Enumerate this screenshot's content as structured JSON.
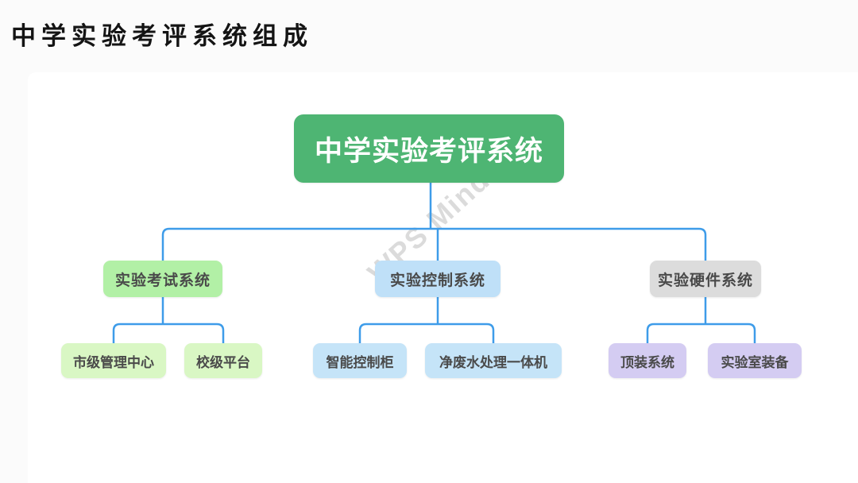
{
  "page_title": "中学实验考评系统组成",
  "watermark": "WPS Mind",
  "colors": {
    "root_fill": "#4eb573",
    "root_text": "#ffffff",
    "branch_exam_fill": "#b2f0a6",
    "branch_control_fill": "#bfe0f8",
    "branch_hardware_fill": "#dcdcdc",
    "leaf_green_fill": "#d9f7c4",
    "leaf_blue_fill": "#c5e4f8",
    "leaf_purple_fill": "#d4ccf2",
    "node_text": "#4a4a4a",
    "connector_line": "#3e9ce9",
    "background": "#ffffff"
  },
  "diagram": {
    "root": {
      "label": "中学实验考评系统",
      "color": "#4eb573"
    },
    "branches": [
      {
        "label": "实验考试系统",
        "color": "#b2f0a6",
        "children": [
          {
            "label": "市级管理中心",
            "color": "#d9f7c4"
          },
          {
            "label": "校级平台",
            "color": "#d9f7c4"
          }
        ]
      },
      {
        "label": "实验控制系统",
        "color": "#bfe0f8",
        "children": [
          {
            "label": "智能控制柜",
            "color": "#c5e4f8"
          },
          {
            "label": "净废水处理一体机",
            "color": "#c5e4f8"
          }
        ]
      },
      {
        "label": "实验硬件系统",
        "color": "#dcdcdc",
        "children": [
          {
            "label": "顶装系统",
            "color": "#d4ccf2"
          },
          {
            "label": "实验室装备",
            "color": "#d4ccf2"
          }
        ]
      }
    ]
  }
}
